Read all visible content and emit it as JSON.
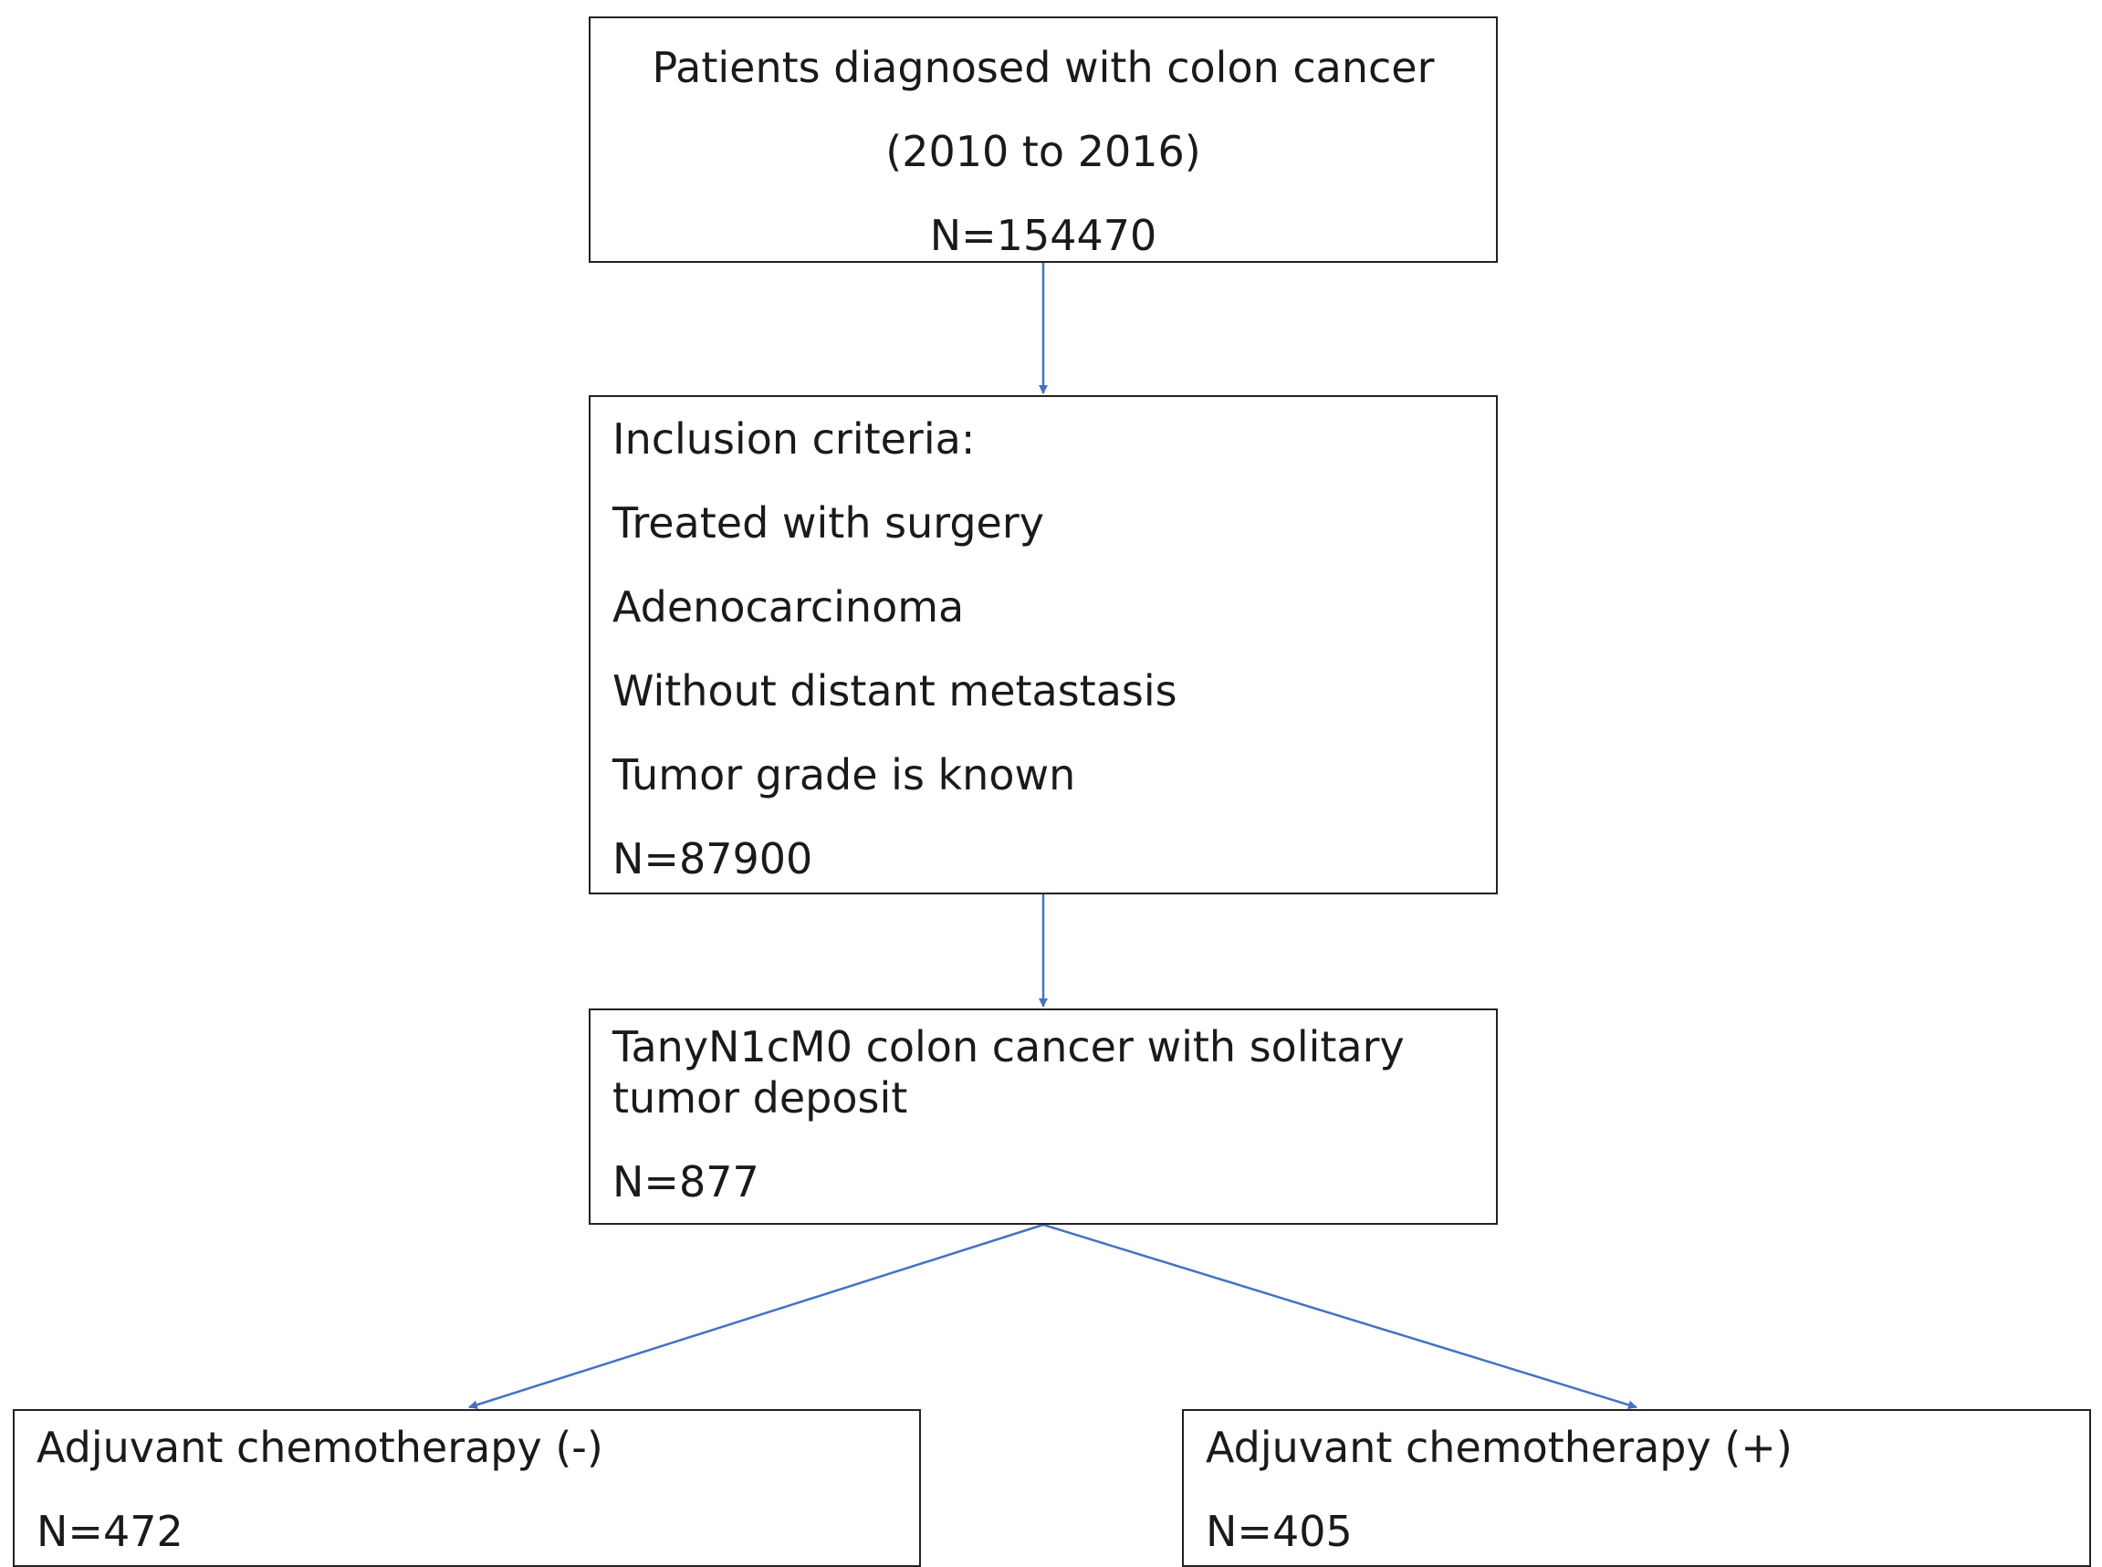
{
  "flowchart": {
    "connector_color": "#4472C4",
    "box_border_color": "#222222",
    "boxes": {
      "initial": {
        "line1": "Patients diagnosed with colon cancer",
        "line2": "(2010 to 2016)",
        "count": "N=154470"
      },
      "inclusion": {
        "heading": "Inclusion criteria:",
        "criteria": [
          "Treated with surgery",
          "Adenocarcinoma",
          "Without distant metastasis",
          "Tumor grade is known"
        ],
        "count": "N=87900"
      },
      "tumor_deposit": {
        "line1": "TanyN1cM0 colon cancer with solitary",
        "line2": "tumor deposit",
        "count": "N=877"
      },
      "chemo_negative": {
        "label": "Adjuvant chemotherapy (-)",
        "count": "N=472"
      },
      "chemo_positive": {
        "label": "Adjuvant chemotherapy (+)",
        "count": "N=405"
      }
    }
  }
}
